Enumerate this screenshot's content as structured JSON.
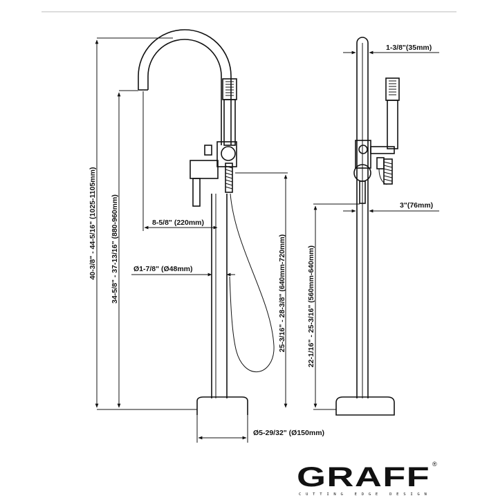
{
  "front_view": {
    "overall_height": "40-3/8\" - 44-5/16\" (1025-1105mm)",
    "spout_height": "34-5/8\" - 37-13/16\" (880-960mm)",
    "spout_reach": "8-5/8\" (220mm)",
    "column_diameter": "Ø1-7/8\" (Ø48mm)",
    "handle_height": "25-3/16\" - 28-3/8\" (640mm-720mm)",
    "base_diameter": "Ø5-29/32\" (Ø150mm)"
  },
  "side_view": {
    "top_width": "1-3/8\"(35mm)",
    "handle_offset": "3\"(76mm)",
    "handle_height": "22-1/16\" - 25-3/16\" (560mm-640mm)"
  },
  "brand": {
    "name": "GRAFF",
    "registered": "®",
    "tagline": "CUTTING EDGE DESIGN"
  }
}
